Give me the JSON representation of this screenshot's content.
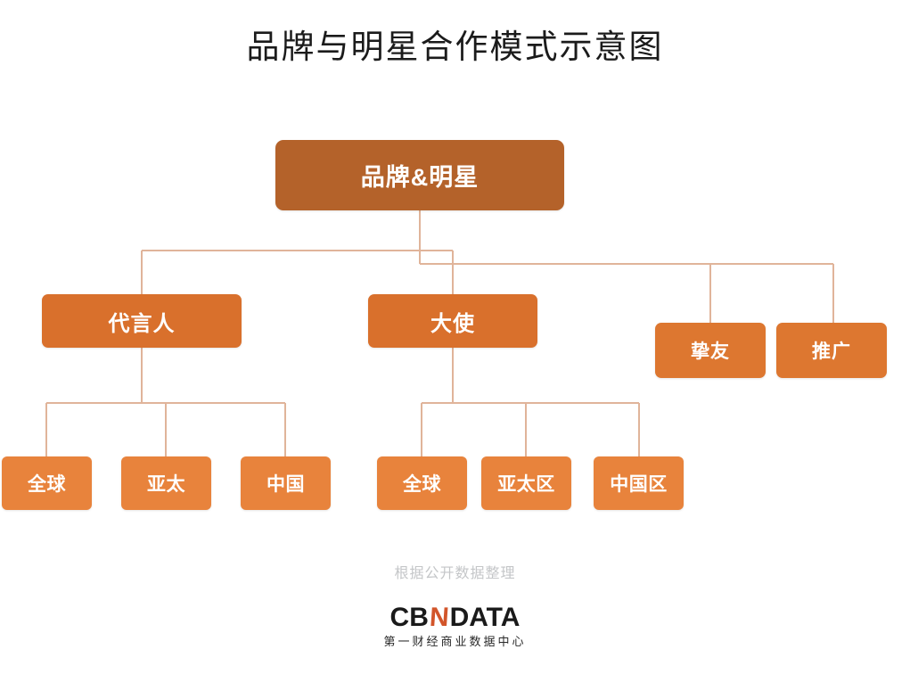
{
  "page": {
    "title": "品牌与明星合作模式示意图",
    "caption": "根据公开数据整理",
    "background_color": "#ffffff",
    "title_color": "#1b1b1b"
  },
  "colors": {
    "root_node": "#b4622a",
    "level2_node": "#d9702c",
    "leaf_node": "#e8833c",
    "connector_line": "#e0b49a",
    "caption_text": "#c4c6c8",
    "logo_accent": "#d2552a"
  },
  "diagram": {
    "type": "org-tree",
    "root": {
      "label": "品牌&明星"
    },
    "level2": [
      {
        "label": "代言人"
      },
      {
        "label": "大使"
      },
      {
        "label": "挚友"
      },
      {
        "label": "推广"
      }
    ],
    "leaves_spokesperson": [
      {
        "label": "全球"
      },
      {
        "label": "亚太"
      },
      {
        "label": "中国"
      }
    ],
    "leaves_ambassador": [
      {
        "label": "全球"
      },
      {
        "label": "亚太区"
      },
      {
        "label": "中国区"
      }
    ]
  },
  "logo": {
    "text_before": "CB",
    "accent_letter": "N",
    "text_after": "DATA",
    "subtitle": "第一财经商业数据中心"
  }
}
